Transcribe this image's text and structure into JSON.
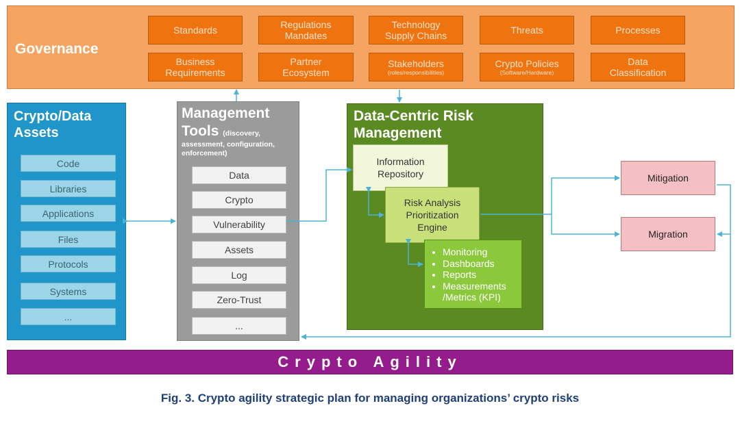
{
  "governance": {
    "title": "Governance",
    "items": [
      {
        "line1": "Standards",
        "line2": "",
        "sub": ""
      },
      {
        "line1": "Regulations",
        "line2": "Mandates",
        "sub": ""
      },
      {
        "line1": "Technology",
        "line2": "Supply Chains",
        "sub": ""
      },
      {
        "line1": "Threats",
        "line2": "",
        "sub": ""
      },
      {
        "line1": "Processes",
        "line2": "",
        "sub": ""
      },
      {
        "line1": "Business",
        "line2": "Requirements",
        "sub": ""
      },
      {
        "line1": "Partner",
        "line2": "Ecosystem",
        "sub": ""
      },
      {
        "line1": "Stakeholders",
        "line2": "",
        "sub": "(roles/responsibilities)"
      },
      {
        "line1": "Crypto Policies",
        "line2": "",
        "sub": "(Software/Hardware)"
      },
      {
        "line1": "Data",
        "line2": "Classification",
        "sub": ""
      }
    ]
  },
  "assets": {
    "title_line1": "Crypto/Data",
    "title_line2": "Assets",
    "items": [
      "Code",
      "Libraries",
      "Applications",
      "Files",
      "Protocols",
      "Systems",
      "..."
    ]
  },
  "management": {
    "title_line1": "Management",
    "title_line2": "Tools",
    "subtitle_inline": "(discovery,",
    "subtitle_rest": "assessment, configuration, enforcement)",
    "items": [
      "Data",
      "Crypto",
      "Vulnerability",
      "Assets",
      "Log",
      "Zero-Trust",
      "..."
    ]
  },
  "risk_management": {
    "title_line1": "Data-Centric Risk",
    "title_line2": "Management",
    "info_repository": [
      "Information",
      "Repository"
    ],
    "risk_engine": [
      "Risk Analysis",
      "Prioritization",
      "Engine"
    ],
    "monitoring_items": [
      "Monitoring",
      "Dashboards",
      "Reports",
      "Measurements /Metrics (KPI)"
    ]
  },
  "outcomes": {
    "mitigation": "Mitigation",
    "migration": "Migration"
  },
  "agility_bar": "Crypto Agility",
  "caption": "Fig. 3. Crypto agility strategic plan for managing organizations’ crypto risks",
  "colors": {
    "governance_bg": "#f6a462",
    "governance_item": "#ef7410",
    "assets_bg": "#1f95c9",
    "assets_item": "#9dd5e8",
    "tools_bg": "#9b9b9b",
    "risk_bg": "#5c8a22",
    "outcome_bg": "#f4c0c4",
    "agility_bg": "#941c8c",
    "arrow": "#4bb3d6",
    "caption": "#1f3f7a"
  }
}
